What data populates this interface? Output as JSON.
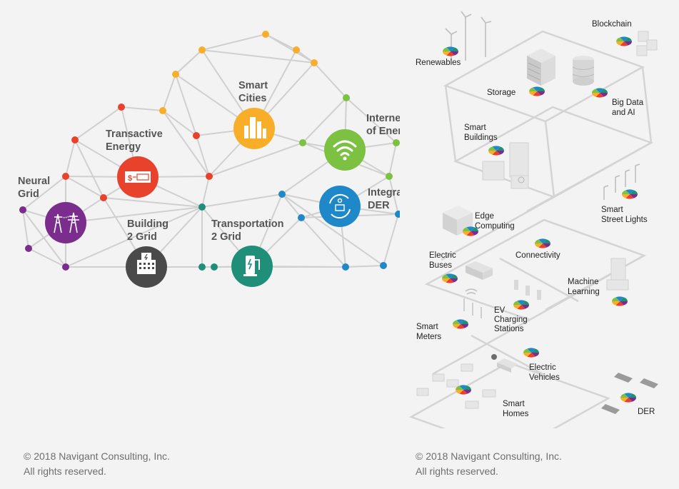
{
  "left_diagram": {
    "nodes": [
      {
        "id": "neural-grid",
        "lines": [
          "Neural",
          "Grid"
        ],
        "color": "#7b2d8e",
        "icon": "power-tower-icon"
      },
      {
        "id": "transactive-energy",
        "lines": [
          "Transactive",
          "Energy"
        ],
        "color": "#e8412c",
        "icon": "dollar-transaction-icon"
      },
      {
        "id": "building-2-grid",
        "lines": [
          "Building",
          "2 Grid"
        ],
        "color": "#4a4a4a",
        "icon": "building-icon"
      },
      {
        "id": "smart-cities",
        "lines": [
          "Smart",
          "Cities"
        ],
        "color": "#f9ae2a",
        "icon": "city-icon"
      },
      {
        "id": "internet-of-energy",
        "lines": [
          "Internet",
          "of Energy"
        ],
        "color": "#7cc142",
        "icon": "wifi-icon"
      },
      {
        "id": "integrated-der",
        "lines": [
          "Integrated",
          "DER"
        ],
        "color": "#1e88c8",
        "icon": "solar-cycle-icon"
      },
      {
        "id": "transportation-2-grid",
        "lines": [
          "Transportation",
          "2 Grid"
        ],
        "color": "#1f8f7a",
        "icon": "ev-charger-icon"
      }
    ],
    "copyright": [
      "© 2018 Navigant Consulting, Inc.",
      "All rights reserved."
    ]
  },
  "right_diagram": {
    "labels": [
      {
        "id": "renewables",
        "lines": [
          "Renewables"
        ]
      },
      {
        "id": "storage",
        "lines": [
          "Storage"
        ]
      },
      {
        "id": "blockchain",
        "lines": [
          "Blockchain"
        ]
      },
      {
        "id": "big-data-ai",
        "lines": [
          "Big Data",
          "and AI"
        ]
      },
      {
        "id": "smart-buildings",
        "lines": [
          "Smart",
          "Buildings"
        ]
      },
      {
        "id": "smart-street-lights",
        "lines": [
          "Smart",
          "Street Lights"
        ]
      },
      {
        "id": "edge-computing",
        "lines": [
          "Edge",
          "Computing"
        ]
      },
      {
        "id": "connectivity",
        "lines": [
          "Connectivity"
        ]
      },
      {
        "id": "electric-buses",
        "lines": [
          "Electric",
          "Buses"
        ]
      },
      {
        "id": "machine-learning",
        "lines": [
          "Machine",
          "Learning"
        ]
      },
      {
        "id": "ev-charging-stations",
        "lines": [
          "EV",
          "Charging",
          "Stations"
        ]
      },
      {
        "id": "smart-meters",
        "lines": [
          "Smart",
          "Meters"
        ]
      },
      {
        "id": "electric-vehicles",
        "lines": [
          "Electric",
          "Vehicles"
        ]
      },
      {
        "id": "smart-homes",
        "lines": [
          "Smart",
          "Homes"
        ]
      },
      {
        "id": "der",
        "lines": [
          "DER"
        ]
      }
    ],
    "pie_colors": [
      "#7b2d8e",
      "#e8412c",
      "#f9ae2a",
      "#7cc142",
      "#1e88c8",
      "#1f8f7a"
    ],
    "copyright": [
      "© 2018 Navigant Consulting, Inc.",
      "All rights reserved."
    ]
  }
}
